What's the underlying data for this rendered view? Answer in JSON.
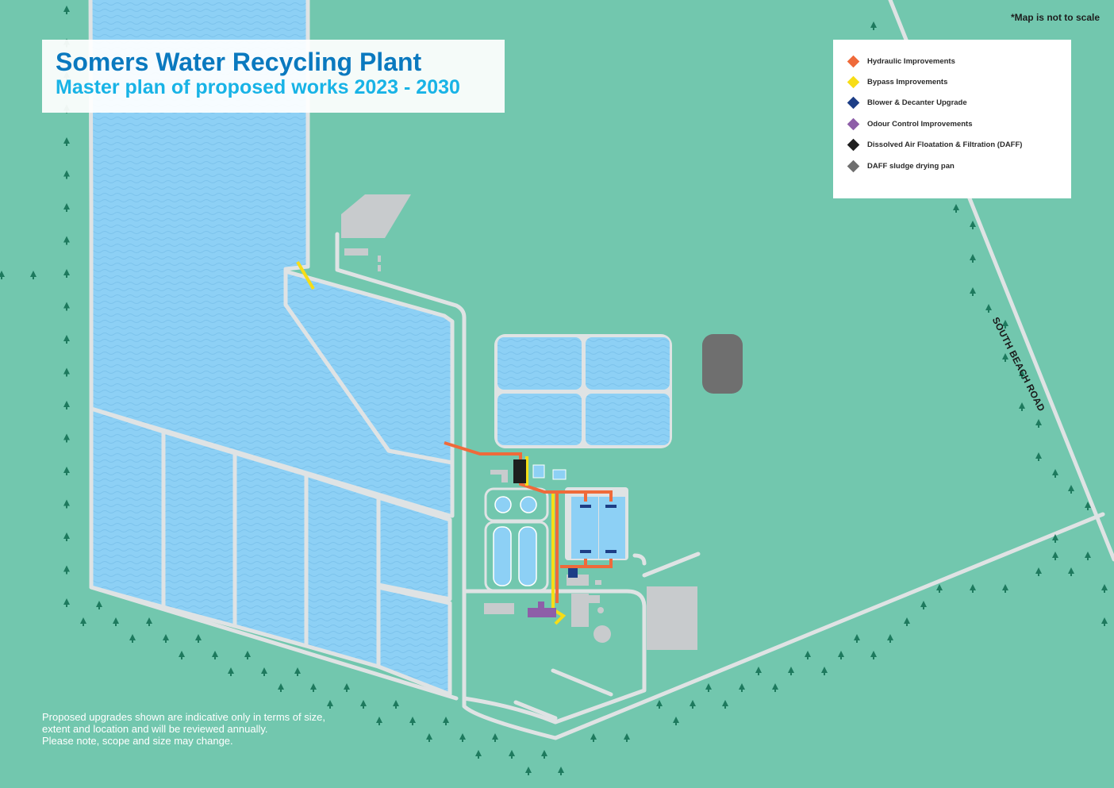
{
  "title": {
    "main": "Somers Water Recycling Plant",
    "subtitle": "Master plan of proposed works 2023 - 2030"
  },
  "scale_note": "*Map is not to scale",
  "road_label": "SOUTH BEACH ROAD",
  "legend": {
    "items": [
      {
        "label": "Hydraulic Improvements",
        "color": "#ef6a3a"
      },
      {
        "label": "Bypass Improvements",
        "color": "#f7dd16"
      },
      {
        "label": "Blower & Decanter Upgrade",
        "color": "#1d3e86"
      },
      {
        "label": "Odour Control Improvements",
        "color": "#8e5ea8"
      },
      {
        "label": "Dissolved Air Floatation & Filtration (DAFF)",
        "color": "#1e1e1e"
      },
      {
        "label": "DAFF sludge drying pan",
        "color": "#6f6f6f"
      }
    ]
  },
  "disclaimer": [
    "Proposed upgrades shown are indicative only in terms of size,",
    "extent and location and will be reviewed annually.",
    "Please note, scope and size may change."
  ],
  "colors": {
    "background": "#72c7ae",
    "water": "#8dd0f5",
    "road": "#dfe3e4",
    "building": "#c8cbcd",
    "tree": "#1e7a5e",
    "title_main": "#0a79bf",
    "title_sub": "#18b3e6"
  }
}
